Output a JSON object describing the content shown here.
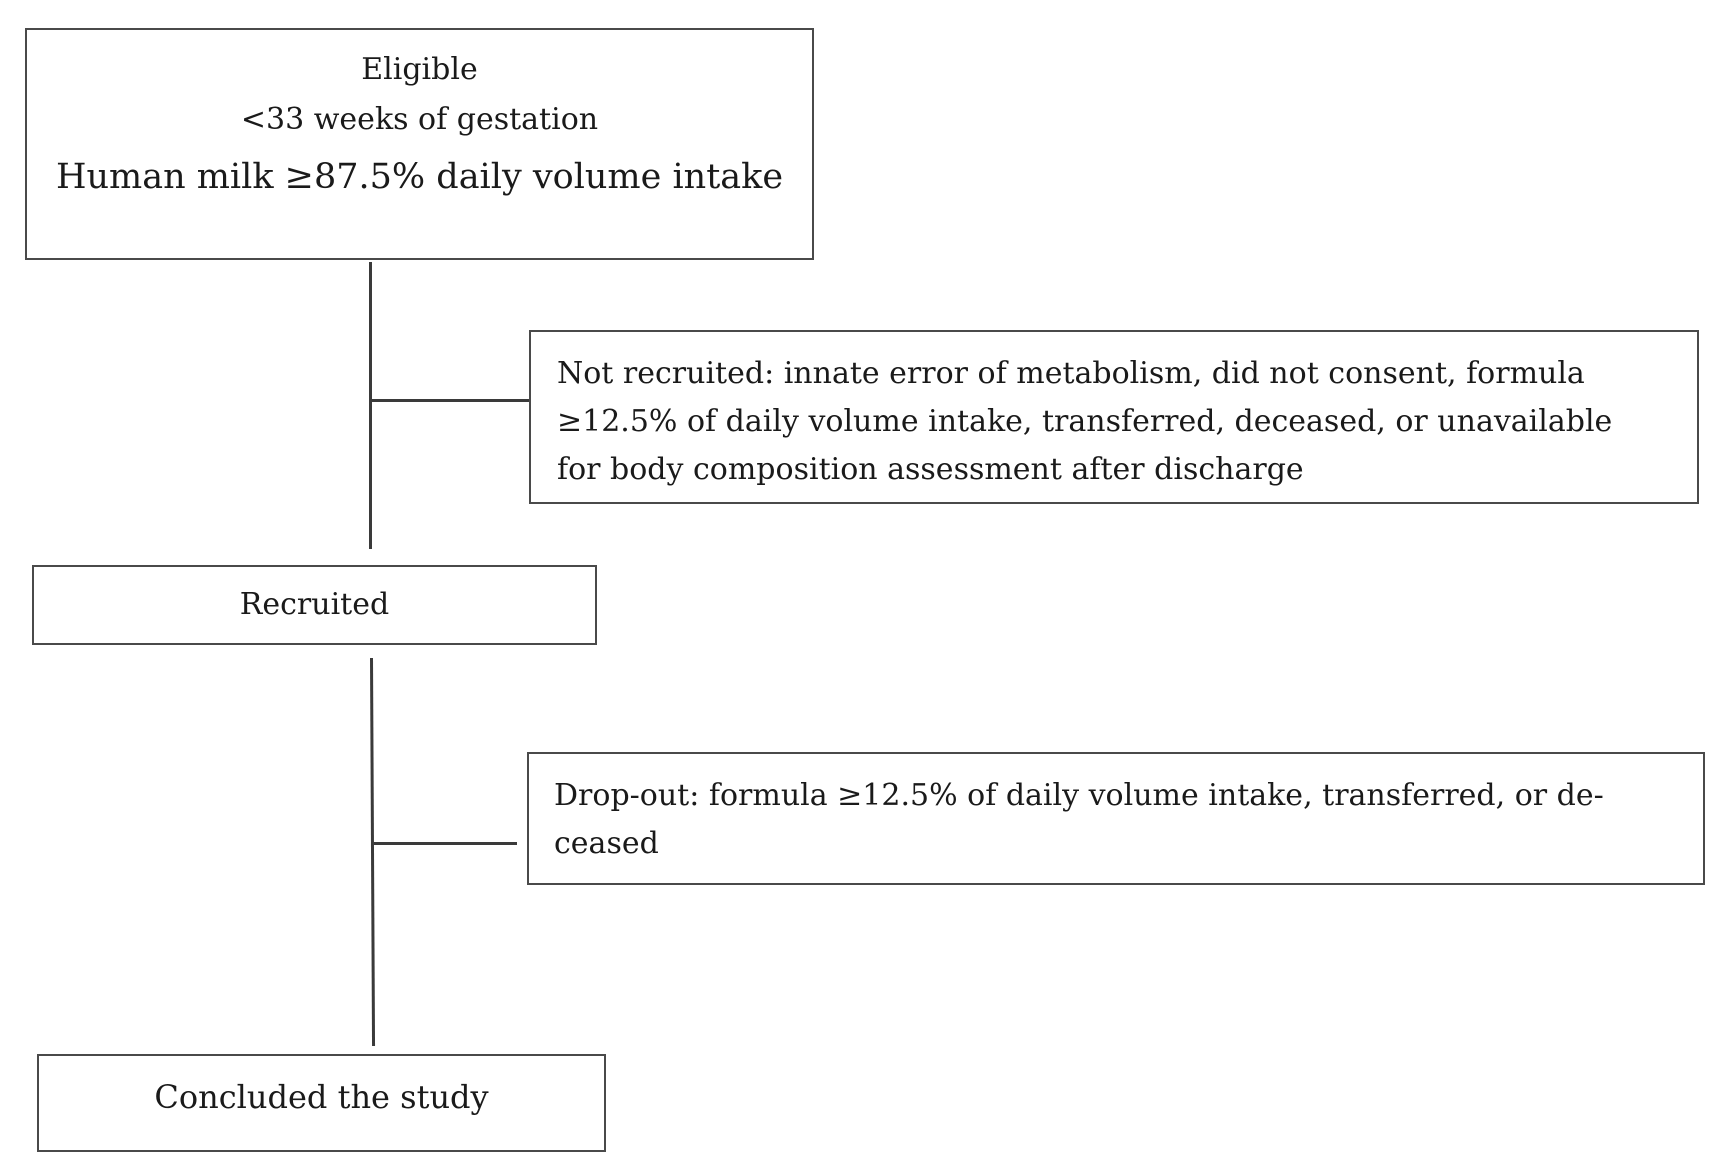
{
  "flowchart": {
    "eligible": {
      "title": "Eligible",
      "criterion_1": "<33 weeks of gestation",
      "criterion_2": "Human milk ≥87.5% daily volume intake"
    },
    "not_recruited": {
      "line_1": "Not recruited: innate error of metabolism, did not consent, formula",
      "line_2": "≥12.5% of daily volume intake, transferred, deceased, or unavailable",
      "line_3": "for body composition assessment after discharge"
    },
    "recruited": {
      "label": "Recruited"
    },
    "dropout": {
      "line_1": "Drop-out: formula ≥12.5% of daily volume intake, transferred, or de-",
      "line_2": "ceased"
    },
    "concluded": {
      "label": "Concluded the study"
    }
  }
}
